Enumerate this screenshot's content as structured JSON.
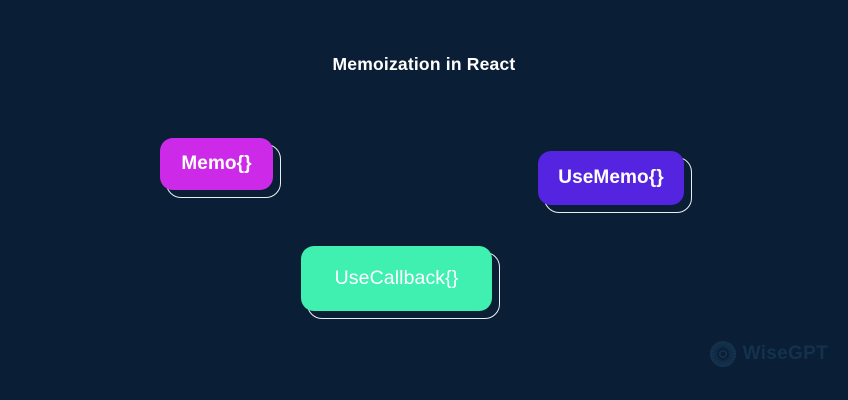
{
  "page": {
    "background_color": "#0a1e35",
    "title": "Memoization in React",
    "title_color": "#ffffff"
  },
  "diagram": {
    "type": "concept-boxes",
    "nodes": [
      {
        "id": "memo",
        "label": "Memo{}",
        "fill_color": "#cc2ae8",
        "border_color": "#e9eef3",
        "text_color": "#ffffff"
      },
      {
        "id": "usememo",
        "label": "UseMemo{}",
        "fill_color": "#5424e0",
        "border_color": "#e9eef3",
        "text_color": "#ffffff"
      },
      {
        "id": "usecallback",
        "label": "UseCallback{}",
        "fill_color": "#3ff0b0",
        "border_color": "#e9eef3",
        "text_color": "#ffffff"
      }
    ]
  },
  "watermark": {
    "text": "WiseGPT",
    "icon": "starburst-icon",
    "color": "#14314d"
  }
}
